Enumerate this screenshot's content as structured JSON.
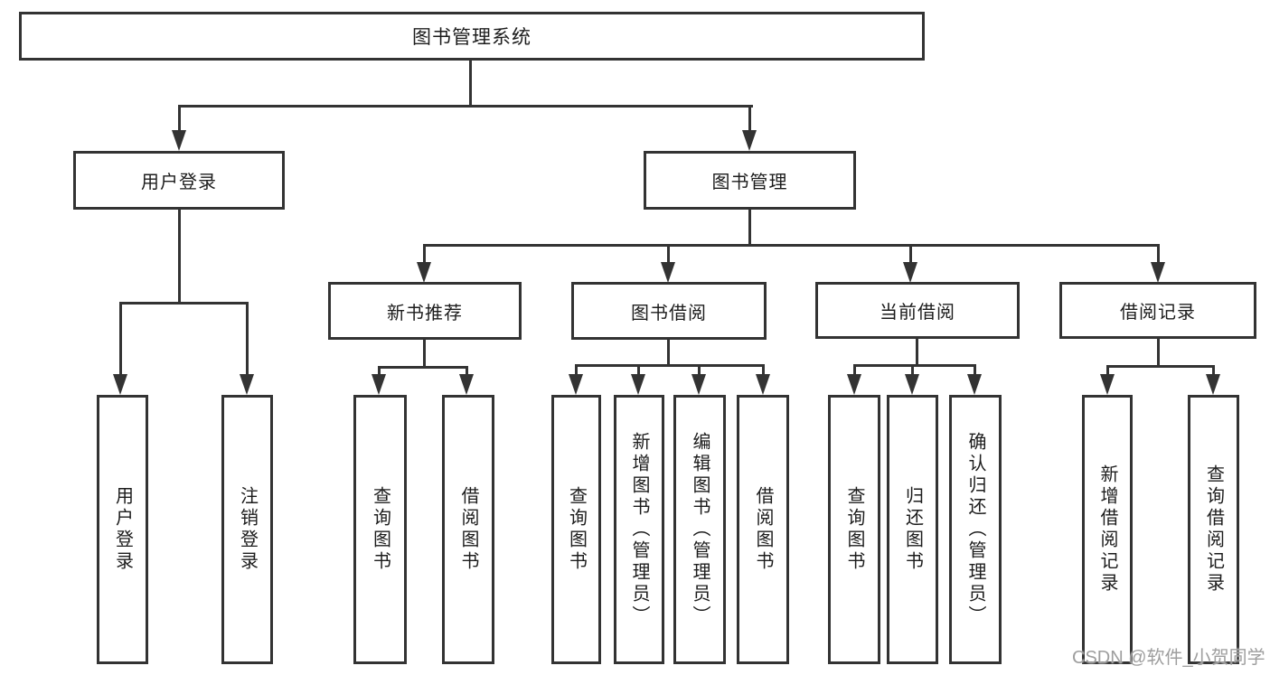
{
  "diagram_title": "图书管理系统",
  "colors": {
    "line": "#333333",
    "text": "#1c1c1c",
    "watermark": "#9e9e9e",
    "background": "#ffffff"
  },
  "nodes": {
    "root": "图书管理系统",
    "user_login": "用户登录",
    "book_mgmt": "图书管理",
    "new_books": "新书推荐",
    "book_borrow": "图书借阅",
    "current_borrow": "当前借阅",
    "borrow_records": "借阅记录",
    "leaf_user_login": "用户登录",
    "leaf_logout": "注销登录",
    "leaf_nb_query": "查询图书",
    "leaf_nb_borrow": "借阅图书",
    "leaf_bb_query": "查询图书",
    "leaf_bb_add": "新增图书（管理员）",
    "leaf_bb_edit": "编辑图书（管理员）",
    "leaf_bb_borrow": "借阅图书",
    "leaf_cb_query": "查询图书",
    "leaf_cb_return": "归还图书",
    "leaf_cb_confirm": "确认归还（管理员）",
    "leaf_br_add": "新增借阅记录",
    "leaf_br_query": "查询借阅记录"
  },
  "watermark": "CSDN @软件_小贺同学"
}
